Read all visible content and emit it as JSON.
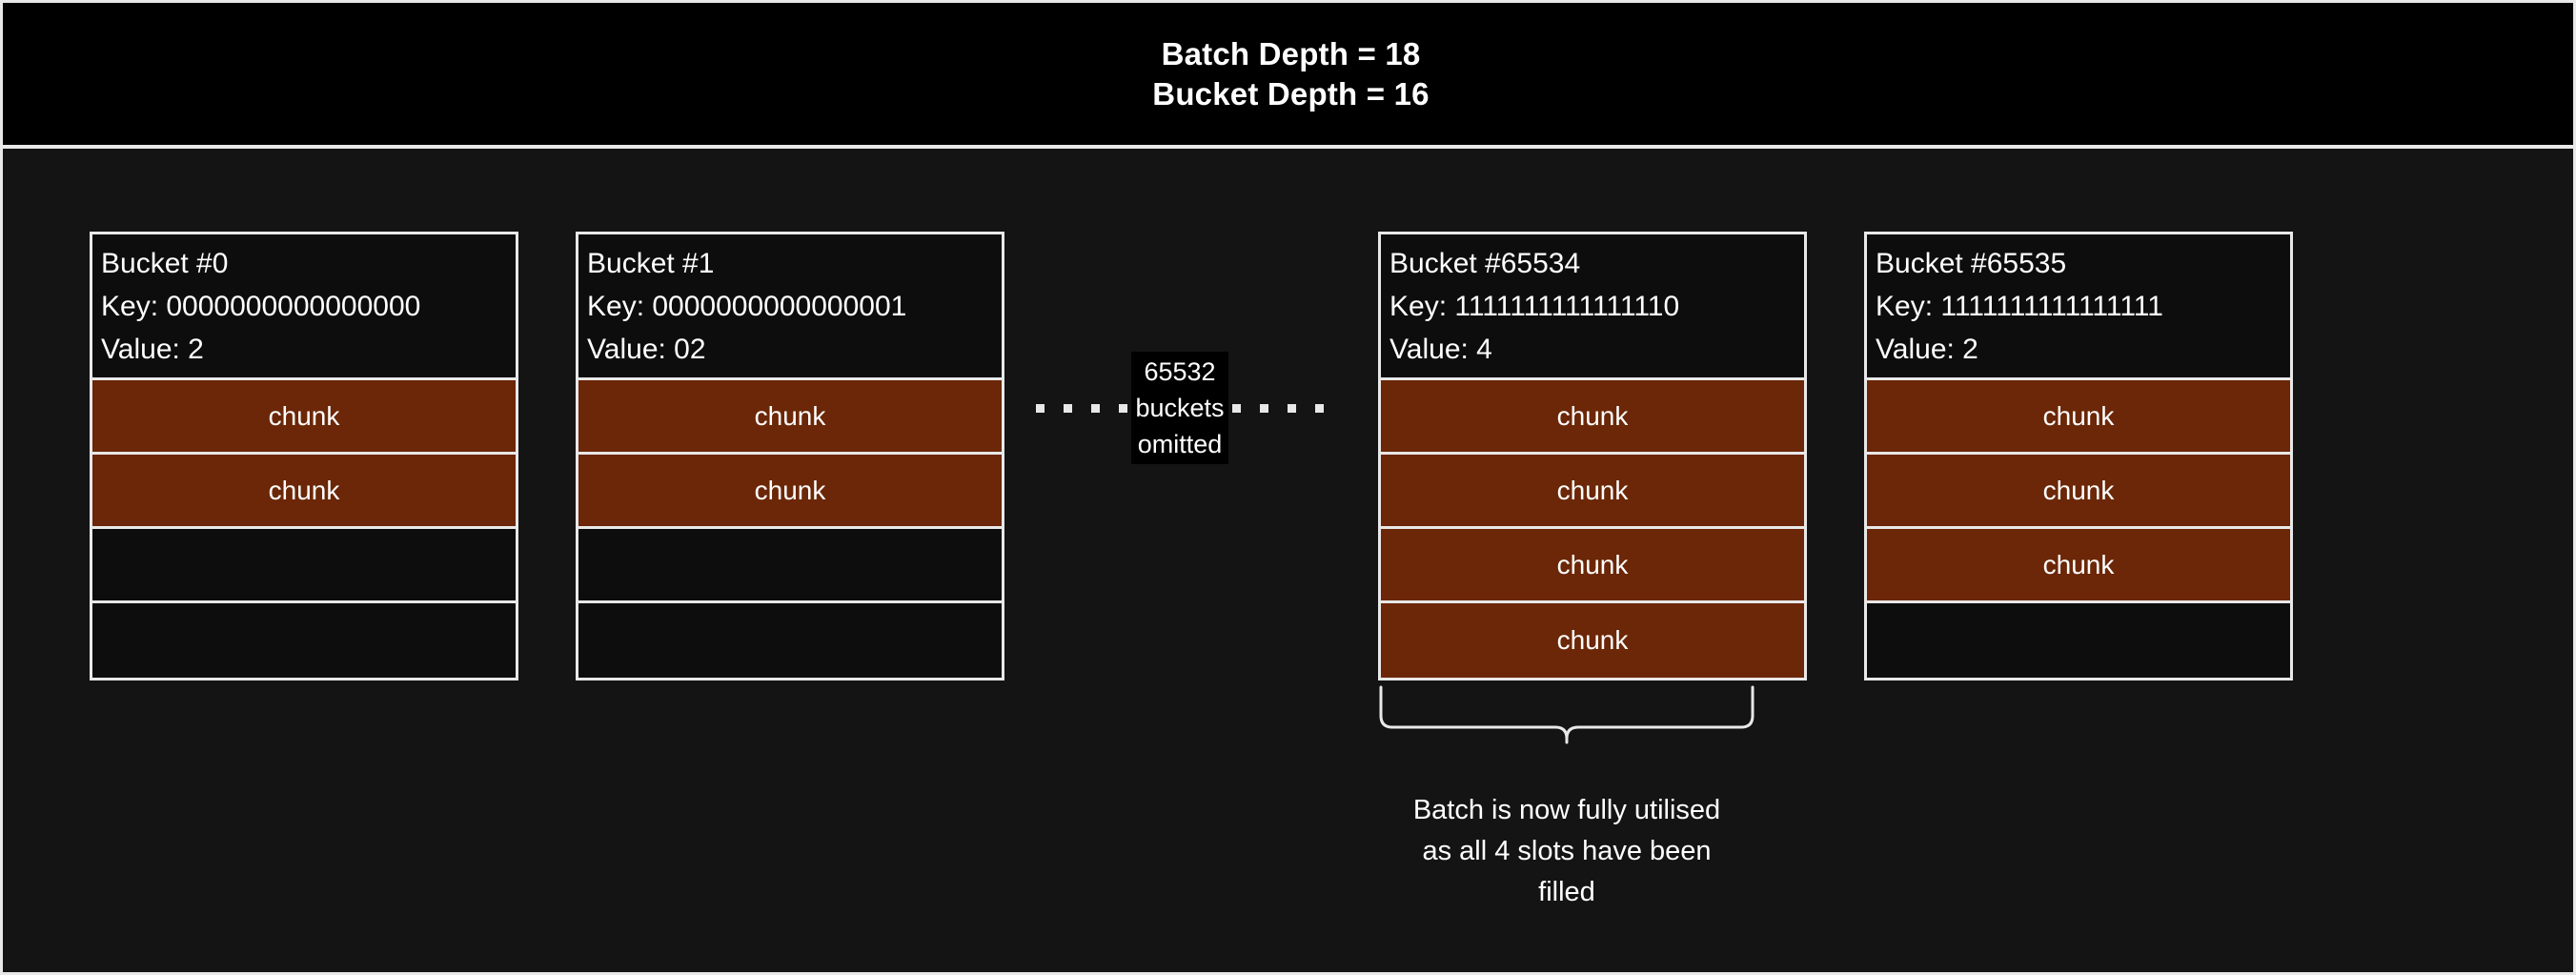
{
  "header": {
    "line1": "Batch Depth = 18",
    "line2": "Bucket Depth = 16"
  },
  "colors": {
    "canvas_background": "#141414",
    "header_background": "#000000",
    "border": "#e8e8e8",
    "chunk_fill": "#6b2707",
    "text": "#ffffff"
  },
  "buckets": [
    {
      "title": "Bucket #0",
      "key_line": "Key: 0000000000000000",
      "value_line": "Value: 2",
      "slots": [
        {
          "label": "chunk",
          "filled": true
        },
        {
          "label": "chunk",
          "filled": true
        },
        {
          "label": "",
          "filled": false
        },
        {
          "label": "",
          "filled": false
        }
      ]
    },
    {
      "title": "Bucket #1",
      "key_line": "Key: 0000000000000001",
      "value_line": "Value: 02",
      "slots": [
        {
          "label": "chunk",
          "filled": true
        },
        {
          "label": "chunk",
          "filled": true
        },
        {
          "label": "",
          "filled": false
        },
        {
          "label": "",
          "filled": false
        }
      ]
    },
    {
      "title": "Bucket #65534",
      "key_line": "Key: 1111111111111110",
      "value_line": "Value: 4",
      "slots": [
        {
          "label": "chunk",
          "filled": true
        },
        {
          "label": "chunk",
          "filled": true
        },
        {
          "label": "chunk",
          "filled": true
        },
        {
          "label": "chunk",
          "filled": true
        }
      ]
    },
    {
      "title": "Bucket #65535",
      "key_line": "Key: 1111111111111111",
      "value_line": "Value: 2",
      "slots": [
        {
          "label": "chunk",
          "filled": true
        },
        {
          "label": "chunk",
          "filled": true
        },
        {
          "label": "chunk",
          "filled": true
        },
        {
          "label": "",
          "filled": false
        }
      ]
    }
  ],
  "omitted": {
    "count_line": "65532",
    "unit_line": "buckets",
    "state_line": "omitted"
  },
  "annotation": {
    "caption_line1": "Batch is now fully utilised",
    "caption_line2": "as all 4 slots have been",
    "caption_line3": "filled"
  }
}
